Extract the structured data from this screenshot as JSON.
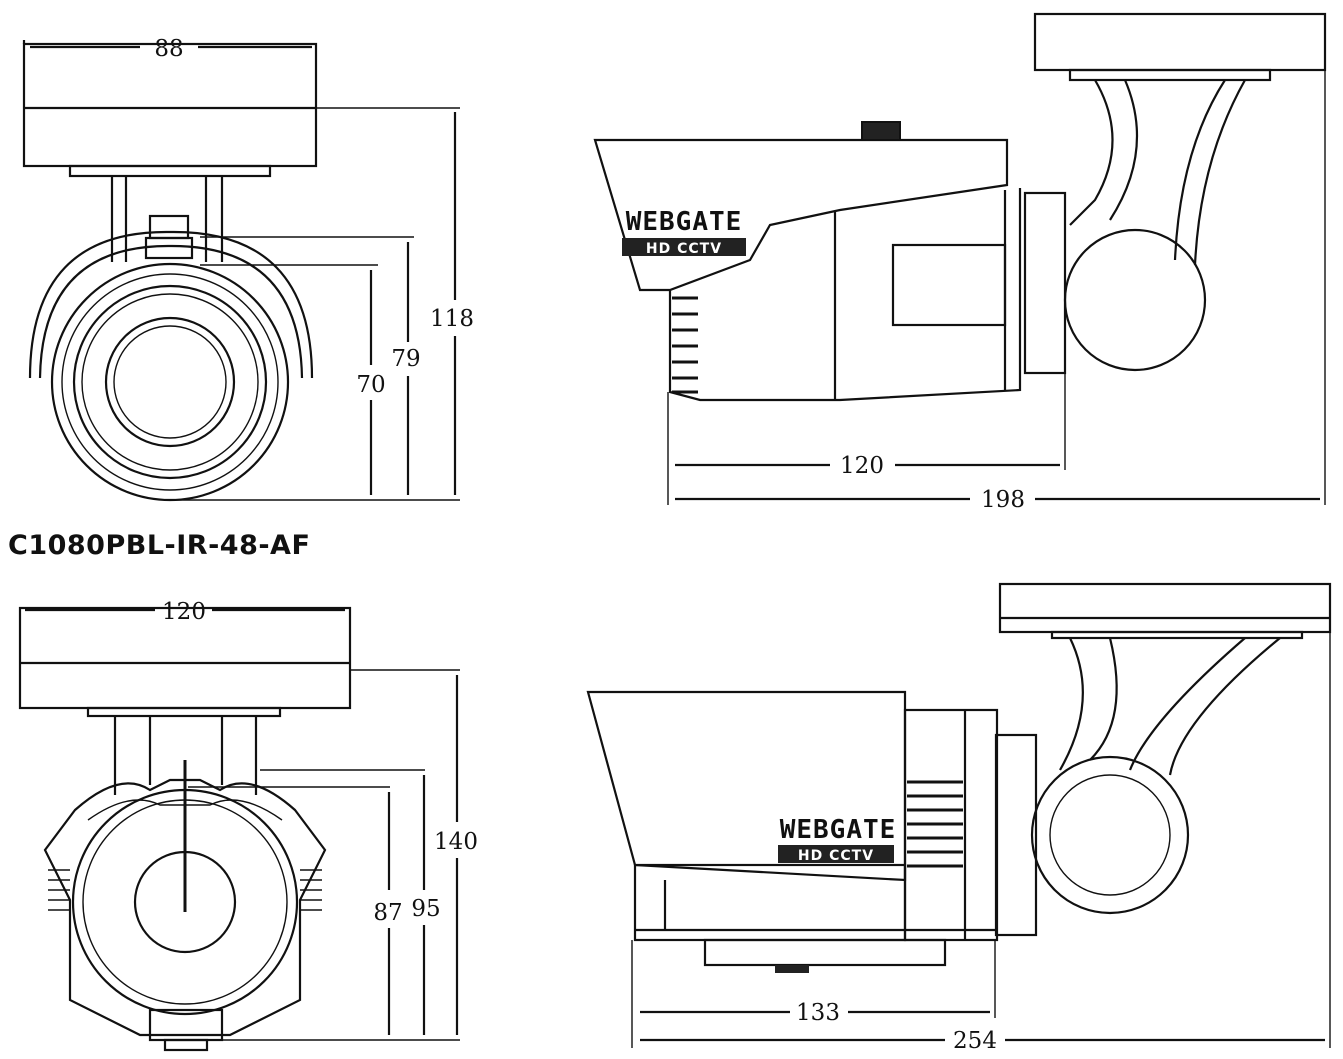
{
  "model_label": "C1080PBL-IR-48-AF",
  "brand": "WEBGATE",
  "badge": "HD CCTV",
  "top_front": {
    "width": "88",
    "h1": "70",
    "h2": "79",
    "h3": "118"
  },
  "top_side": {
    "body": "120",
    "total": "198"
  },
  "bottom_front": {
    "width": "120",
    "h1": "87",
    "h2": "95",
    "h3": "140"
  },
  "bottom_side": {
    "body": "133",
    "total": "254"
  }
}
